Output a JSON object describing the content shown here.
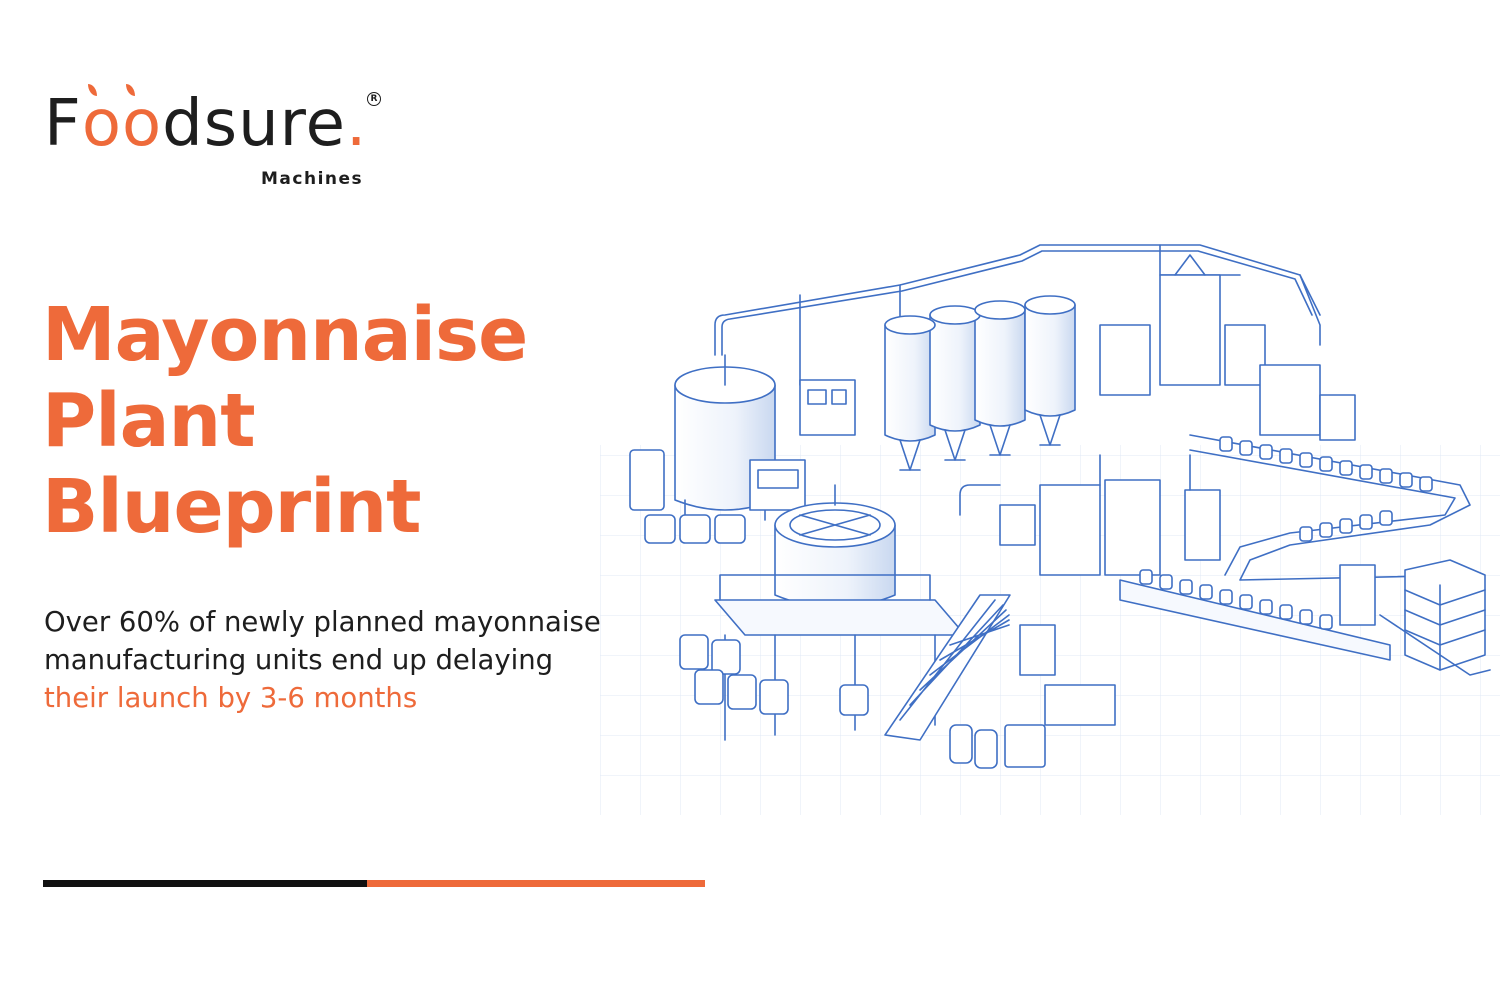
{
  "brand": {
    "name_part1": "F",
    "name_oo": "oo",
    "name_part2": "dsure",
    "name_dot": ".",
    "registered": "R",
    "subtitle": "Machines"
  },
  "title": {
    "line1": "Mayonnaise",
    "line2": "Plant",
    "line3": "Blueprint"
  },
  "description": {
    "text": "Over 60% of newly planned mayonnaise manufacturing units end up delaying ",
    "highlight": "their launch by 3-6 months"
  },
  "colors": {
    "accent": "#ee6a3a",
    "text": "#1e1e1e",
    "blueprint": "#3f6fc4"
  }
}
